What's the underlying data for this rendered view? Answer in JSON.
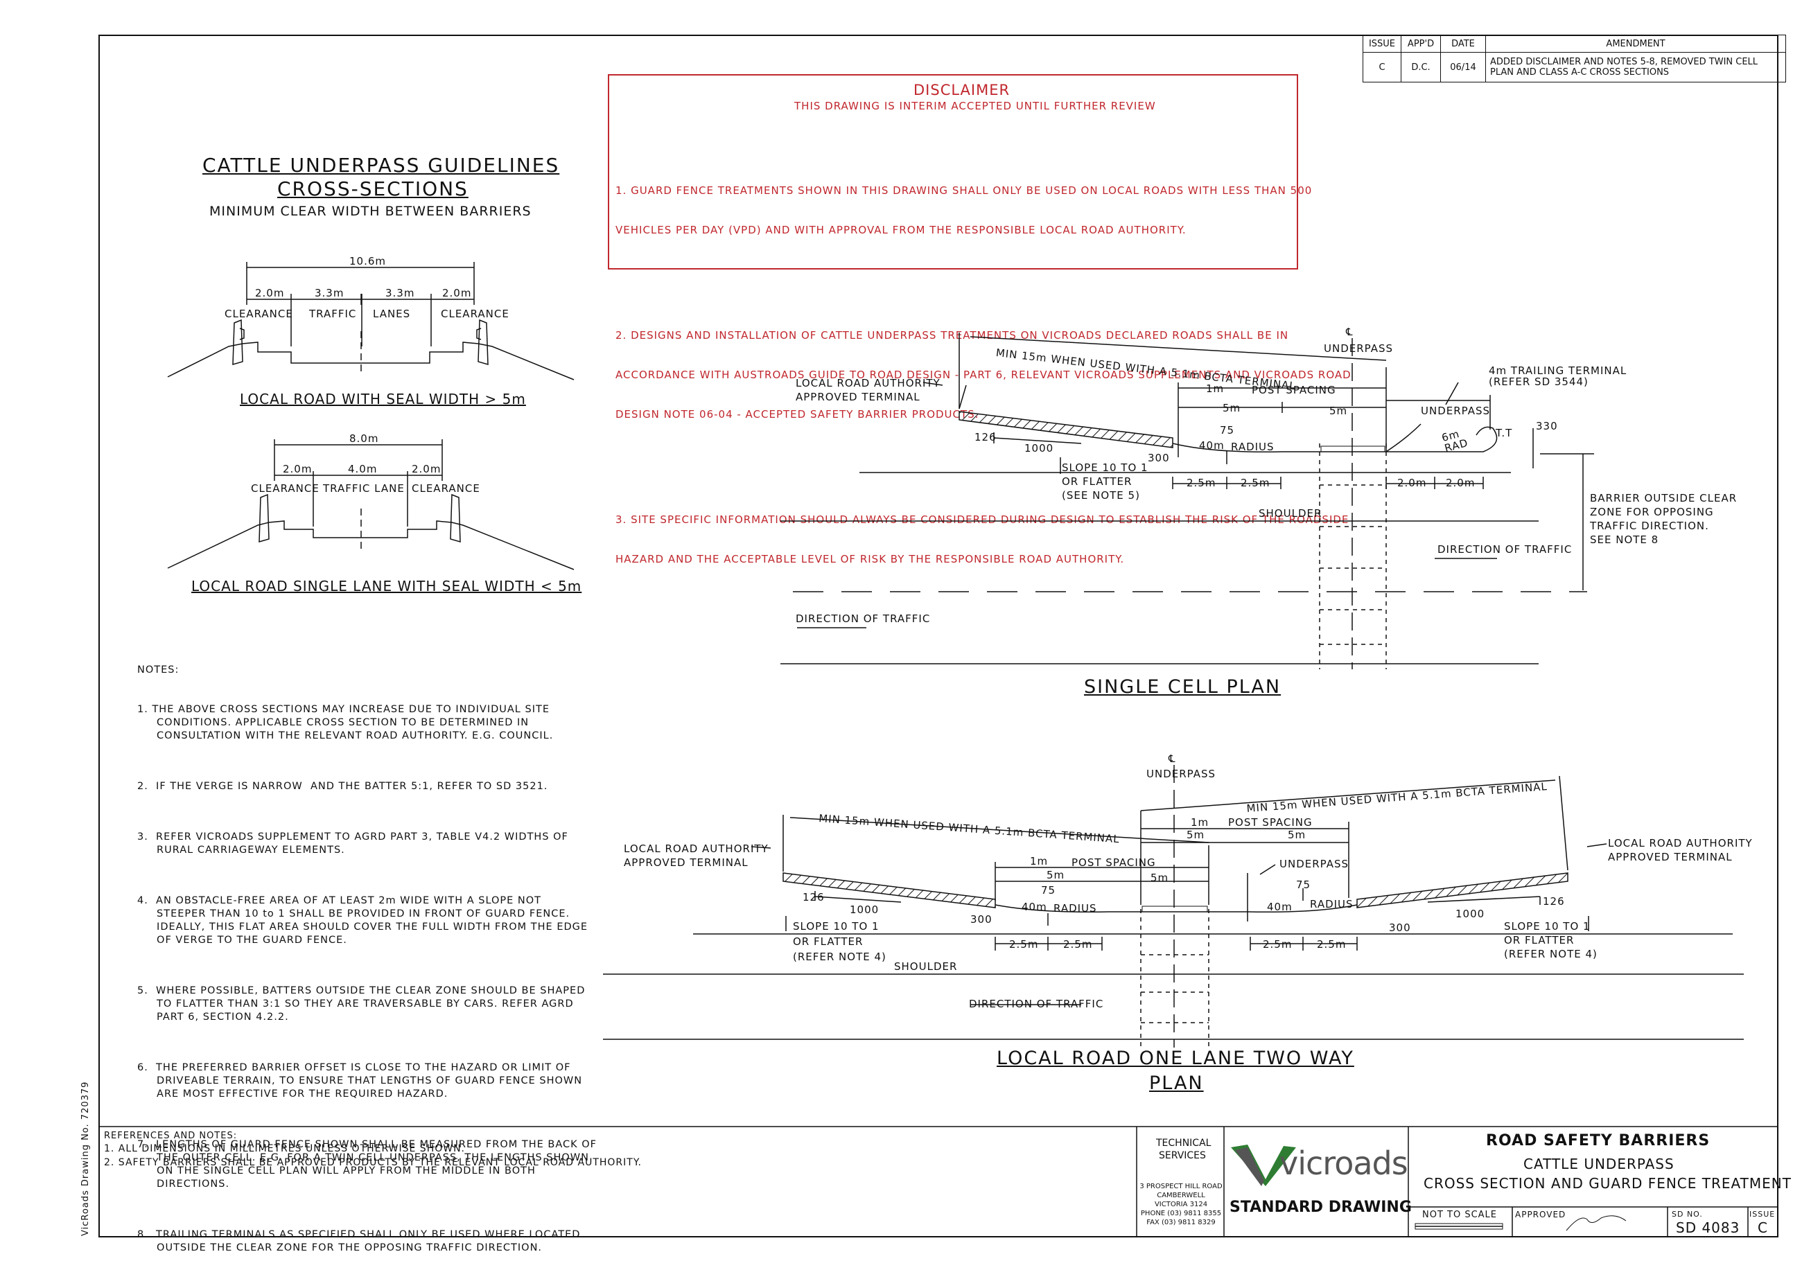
{
  "revision_table": {
    "headers": [
      "ISSUE",
      "APP'D",
      "DATE",
      "AMENDMENT"
    ],
    "row": [
      "C",
      "D.C.",
      "06/14",
      "ADDED DISCLAIMER AND NOTES 5-8, REMOVED TWIN CELL PLAN AND CLASS A-C CROSS SECTIONS"
    ]
  },
  "disclaimer": {
    "title": "DISCLAIMER",
    "subtitle": "THIS DRAWING IS INTERIM ACCEPTED UNTIL FURTHER REVIEW",
    "items": [
      [
        "1.  GUARD FENCE TREATMENTS SHOWN IN THIS DRAWING SHALL ONLY BE USED ON LOCAL ROADS WITH LESS THAN 500",
        "     VEHICLES PER DAY (VPD) AND WITH APPROVAL FROM THE RESPONSIBLE LOCAL ROAD AUTHORITY."
      ],
      [
        "2.  DESIGNS AND INSTALLATION OF CATTLE UNDERPASS TREATMENTS ON VICROADS DECLARED ROADS SHALL BE IN",
        "     ACCORDANCE WITH AUSTROADS GUIDE TO ROAD DESIGN - PART 6, RELEVANT VICROADS SUPPLEMENTS AND VICROADS ROAD",
        "     DESIGN NOTE 06-04 - ACCEPTED SAFETY BARRIER PRODUCTS."
      ],
      [
        "3.  SITE SPECIFIC INFORMATION SHOULD ALWAYS BE CONSIDERED DURING DESIGN TO ESTABLISH THE RISK OF THE ROADSIDE",
        "     HAZARD AND THE ACCEPTABLE LEVEL OF RISK BY THE RESPONSIBLE ROAD AUTHORITY."
      ]
    ]
  },
  "guidelines": {
    "title1": "CATTLE UNDERPASS GUIDELINES",
    "title2": "CROSS-SECTIONS",
    "subtitle": "MINIMUM CLEAR WIDTH BETWEEN BARRIERS"
  },
  "section1": {
    "overall": "10.6m",
    "dims": [
      "2.0m",
      "3.3m",
      "3.3m",
      "2.0m"
    ],
    "labels": [
      "CLEARANCE",
      "TRAFFIC",
      "LANES",
      "CLEARANCE"
    ],
    "caption": "LOCAL ROAD WITH SEAL WIDTH > 5m"
  },
  "section2": {
    "overall": "8.0m",
    "dims": [
      "2.0m",
      "4.0m",
      "2.0m"
    ],
    "labels": [
      "CLEARANCE",
      "TRAFFIC LANE",
      "CLEARANCE"
    ],
    "caption": "LOCAL ROAD SINGLE LANE WITH SEAL WIDTH < 5m"
  },
  "notes": {
    "heading": "NOTES:",
    "items": [
      [
        "1.  THE ABOVE CROSS SECTIONS MAY INCREASE DUE TO INDIVIDUAL SITE",
        "     CONDITIONS. APPLICABLE CROSS SECTION TO BE DETERMINED IN",
        "     CONSULTATION WITH THE RELEVANT ROAD AUTHORITY. E.G. COUNCIL."
      ],
      [
        "2.  IF THE VERGE IS NARROW  AND THE BATTER 5:1, REFER TO SD 3521."
      ],
      [
        "3.  REFER VICROADS SUPPLEMENT TO AGRD PART 3, TABLE V4.2 WIDTHS OF",
        "     RURAL CARRIAGEWAY ELEMENTS."
      ],
      [
        "4.  AN OBSTACLE-FREE AREA OF AT LEAST 2m WIDE WITH A SLOPE NOT",
        "     STEEPER THAN 10 to 1 SHALL BE PROVIDED IN FRONT OF GUARD FENCE.",
        "     IDEALLY, THIS FLAT AREA SHOULD COVER THE FULL WIDTH FROM THE EDGE",
        "     OF VERGE TO THE GUARD FENCE."
      ],
      [
        "5.  WHERE POSSIBLE, BATTERS OUTSIDE THE CLEAR ZONE SHOULD BE SHAPED",
        "     TO FLATTER THAN 3:1 SO THEY ARE TRAVERSABLE BY CARS. REFER AGRD",
        "     PART 6, SECTION 4.2.2."
      ],
      [
        "6.  THE PREFERRED BARRIER OFFSET IS CLOSE TO THE HAZARD OR LIMIT OF",
        "     DRIVEABLE TERRAIN, TO ENSURE THAT LENGTHS OF GUARD FENCE SHOWN",
        "     ARE MOST EFFECTIVE FOR THE REQUIRED HAZARD."
      ],
      [
        "7.  LENGTHS OF GUARD FENCE SHOWN SHALL BE MEASURED FROM THE BACK OF",
        "     THE OUTER CELL. E.G. FOR A TWIN CELL UNDERPASS, THE LENGTHS SHOWN",
        "     ON THE SINGLE CELL PLAN WILL APPLY FROM THE MIDDLE IN BOTH",
        "     DIRECTIONS."
      ],
      [
        "8.  TRAILING TERMINALS AS SPECIFIED SHALL ONLY BE USED WHERE LOCATED",
        "     OUTSIDE THE CLEAR ZONE FOR THE OPPOSING TRAFFIC DIRECTION."
      ]
    ]
  },
  "single_cell": {
    "title": "SINGLE CELL PLAN",
    "cl": "℄",
    "underpass": "UNDERPASS",
    "min15": "MIN 15m  WHEN USED WITH A  5.1m  BCTA  TERMINAL",
    "lra1": "LOCAL ROAD AUTHORITY",
    "lra2": "APPROVED TERMINAL",
    "trailing1": "4m  TRAILING TERMINAL",
    "trailing2": "(REFER SD 3544)",
    "post1": "1m",
    "post2": "POST    SPACING",
    "d5a": "5m",
    "d5b": "5m",
    "underpass2": "UNDERPASS",
    "n75": "75",
    "r40": "40m",
    "radius": "RADIUS",
    "n126": "126",
    "n1000": "1000",
    "n300": "300",
    "rad6": "6m",
    "rad": "RAD",
    "tt": "T.T",
    "n330": "330",
    "slope1": "SLOPE 10 TO 1",
    "slope2": "OR FLATTER",
    "slope3": "(SEE NOTE 5)",
    "d25a": "2.5m",
    "d25b": "2.5m",
    "d20a": "2.0m",
    "d20b": "2.0m",
    "shoulder": "SHOULDER",
    "barrier": [
      "BARRIER OUTSIDE CLEAR",
      "ZONE FOR OPPOSING",
      "TRAFFIC DIRECTION.",
      "SEE NOTE 8"
    ],
    "dir_right": "DIRECTION  OF  TRAFFIC",
    "dir_left": "DIRECTION  OF  TRAFFIC"
  },
  "two_way": {
    "title1": "LOCAL ROAD ONE LANE TWO WAY",
    "title2": "PLAN",
    "cl": "℄",
    "underpass": "UNDERPASS",
    "min15_left": "MIN 15m  WHEN USED WITH A  5.1m  BCTA  TERMINAL",
    "min15_right": "MIN 15m  WHEN USED WITH A  5.1m  BCTA  TERMINAL",
    "lra_left1": "LOCAL ROAD AUTHORITY",
    "lra_left2": "APPROVED TERMINAL",
    "lra_right1": "LOCAL ROAD AUTHORITY",
    "lra_right2": "APPROVED TERMINAL",
    "post_r1": "1m",
    "post_r2": "POST      SPACING",
    "post_l1": "1m",
    "post_l2": "POST      SPACING",
    "d5": [
      "5m",
      "5m",
      "5m",
      "5m"
    ],
    "underpass2": "UNDERPASS",
    "n75a": "75",
    "n75b": "75",
    "r40a": "40m",
    "r40b": "40m",
    "radius_a": "RADIUS",
    "radius_b": "RADIUS",
    "n126a": "126",
    "n126b": "126",
    "n1000a": "1000",
    "n1000b": "1000",
    "n300a": "300",
    "n300b": "300",
    "slope_l": [
      "SLOPE  10  TO  1",
      "OR  FLATTER",
      "(REFER NOTE 4)"
    ],
    "slope_r": [
      "SLOPE  10  TO  1",
      "OR  FLATTER",
      "(REFER  NOTE  4)"
    ],
    "d25": [
      "2.5m",
      "2.5m",
      "2.5m",
      "2.5m"
    ],
    "shoulder": "SHOULDER",
    "dir": "DIRECTION  OF  TRAFFIC"
  },
  "side_label": "VicRoads  Drawing  No. 720379",
  "footer": {
    "heading": "REFERENCES  AND  NOTES:",
    "items": [
      "1.  ALL  DIMENSIONS  IN  MILLIMETRES  UNLESS  OTHERWISE  SHOWN.",
      "2.  SAFETY  BARRIERS  SHALL  BE  APPROVED  PRODUCTS  BY  THE  RELEVANT  LOCAL  ROAD  AUTHORITY."
    ],
    "tech1": "TECHNICAL",
    "tech2": "SERVICES",
    "address": [
      "3  PROSPECT  HILL  ROAD",
      "CAMBERWELL",
      "VICTORIA  3124",
      "PHONE  (03)  9811 8355",
      "FAX  (03)  9811 8329"
    ],
    "logo": "vicroads",
    "standard": "STANDARD  DRAWING",
    "title1": "ROAD  SAFETY  BARRIERS",
    "title2": "CATTLE  UNDERPASS",
    "title3": "CROSS  SECTION  AND  GUARD  FENCE  TREATMENT",
    "nts": "NOT  TO  SCALE",
    "approved": "APPROVED",
    "sdno_label": "SD NO.",
    "sdno": "SD  4083",
    "issue_label": "ISSUE",
    "issue": "C"
  },
  "colors": {
    "disclaimer": "#c0272d",
    "logo_green": "#2e7d32",
    "logo_gray": "#555555"
  }
}
